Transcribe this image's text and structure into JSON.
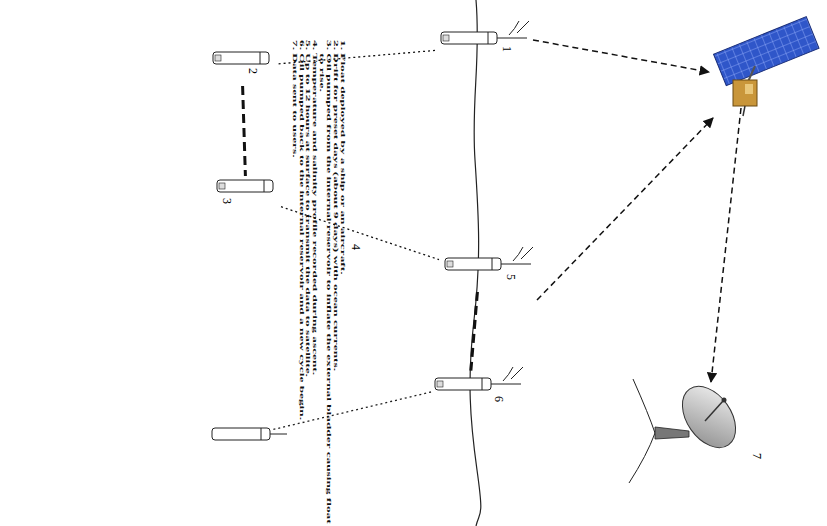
{
  "diagram": {
    "nodes": [
      {
        "text": [
          "1"
        ]
      },
      {
        "text": [
          "2"
        ]
      },
      {
        "text": [
          "3"
        ]
      },
      {
        "text": [
          "5"
        ]
      },
      {
        "text": [
          "6"
        ]
      },
      {
        "text": [
          "7"
        ]
      }
    ],
    "edges": [
      {
        "from": 0,
        "to": 1,
        "arrow": "none"
      },
      {
        "from": 1,
        "to": 2,
        "arrow": "none"
      },
      {
        "from": 2,
        "to": 3,
        "label": "4",
        "arrow": "none"
      },
      {
        "from": 3,
        "to": 4,
        "arrow": "none"
      }
    ],
    "labels": [
      "1. Float deployed by a ship or an aircraft.",
      "2. Drift for preset days (about 9 days) with ocean currents.",
      "3. Oil pumped from the internal reservoir to inflate the external bladder causing float to rise.",
      "4. Temperature and salinity profile recorded during ascent.",
      "5. Up to 12 hours at surface to transmit the data to satellite.",
      "6. Oil pumped back to the internal reservoir and a new cycle begin.",
      "7. Data sent to users."
    ]
  }
}
